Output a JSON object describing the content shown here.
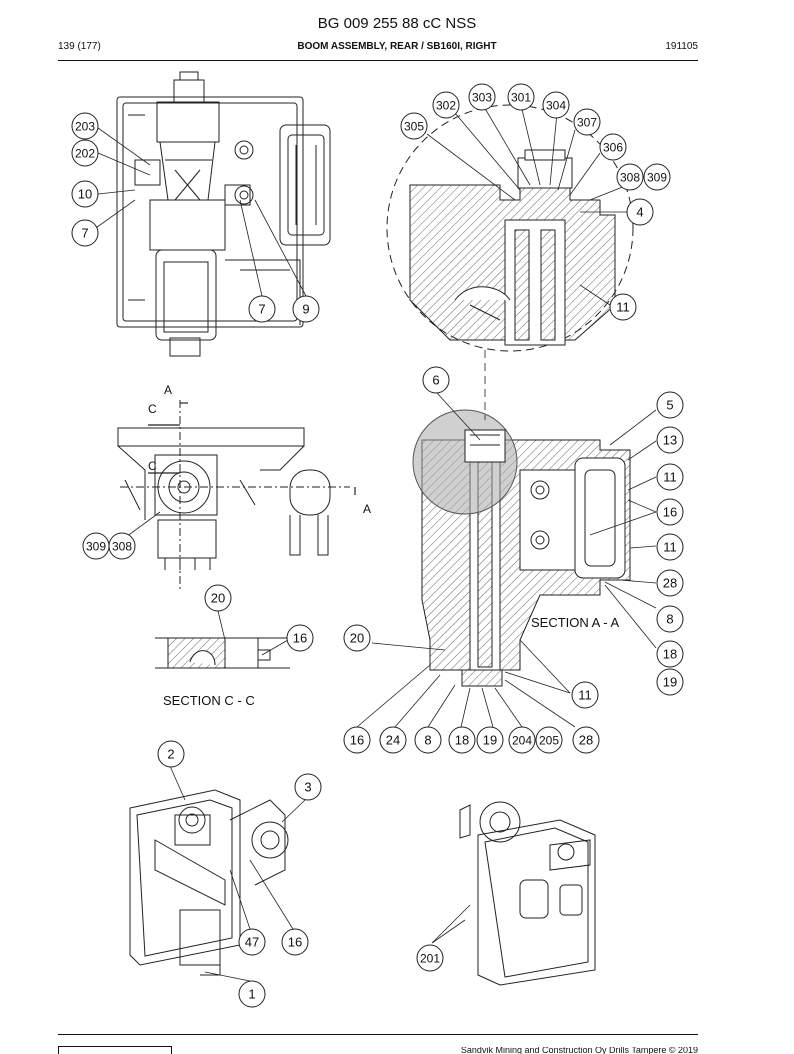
{
  "header": {
    "doc_title": "BG 009 255 88 cC NSS",
    "page": "139 (177)",
    "assembly": "BOOM ASSEMBLY, REAR / SB160I, RIGHT",
    "code": "191105"
  },
  "sections": {
    "aa": "SECTION A - A",
    "cc": "SECTION C - C"
  },
  "section_markers": {
    "a": "A",
    "c": "C"
  },
  "callouts": [
    "203",
    "202",
    "10",
    "7",
    "7",
    "9",
    "305",
    "302",
    "303",
    "301",
    "304",
    "307",
    "306",
    "308",
    "309",
    "4",
    "11",
    "6",
    "5",
    "13",
    "11",
    "16",
    "11",
    "28",
    "8",
    "18",
    "19",
    "20",
    "16",
    "24",
    "8",
    "18",
    "19",
    "204",
    "205",
    "28",
    "11",
    "20",
    "16",
    "309",
    "308",
    "2",
    "3",
    "47",
    "16",
    "1",
    "201"
  ],
  "footer": {
    "copyright": "Sandvik Mining and Construction Oy Drills Tampere © 2019"
  }
}
